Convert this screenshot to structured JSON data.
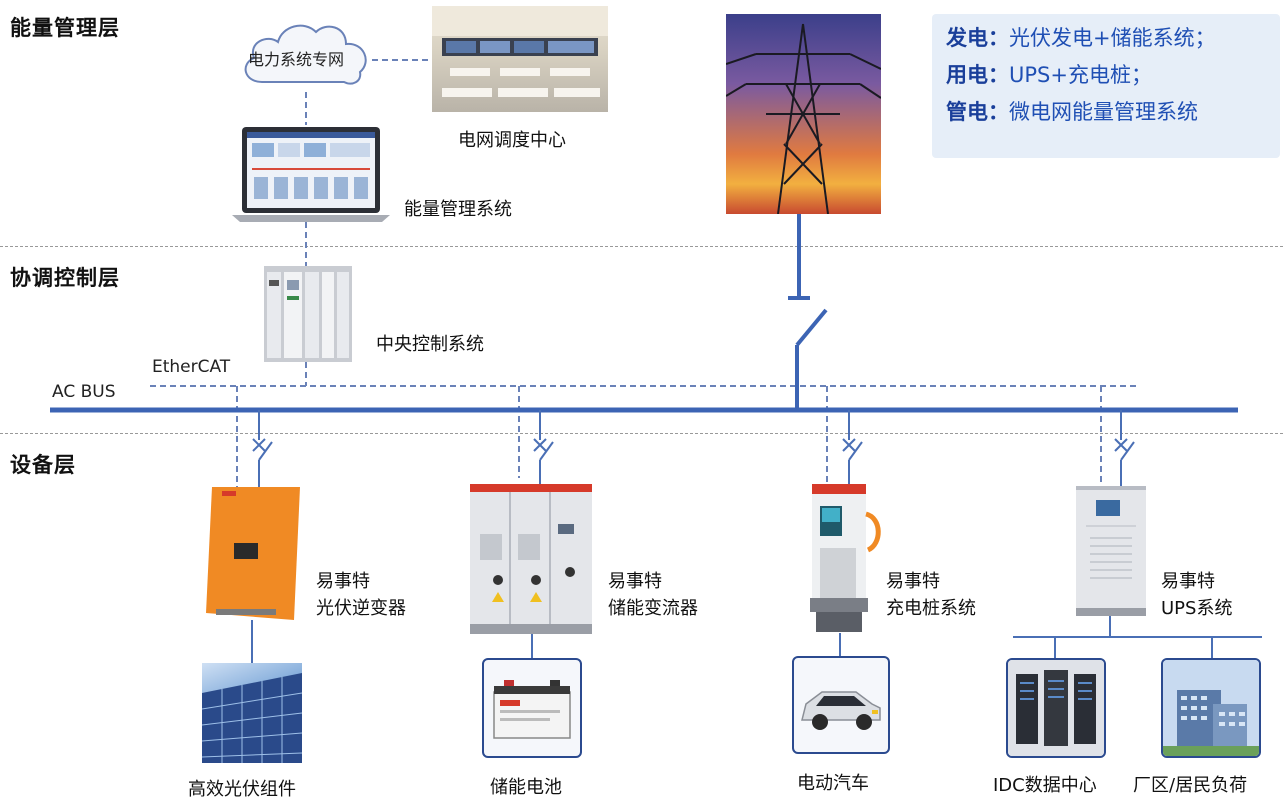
{
  "layers": {
    "energy_management": "能量管理层",
    "coordination_control": "协调控制层",
    "equipment": "设备层"
  },
  "nodes": {
    "power_network": "电力系统专网",
    "dispatch_center": "电网调度中心",
    "ems": "能量管理系统",
    "central_control": "中央控制系统",
    "ethercat": "EtherCAT",
    "ac_bus": "AC BUS",
    "pv_inverter": {
      "brand": "易事特",
      "name": "光伏逆变器"
    },
    "pcs": {
      "brand": "易事特",
      "name": "储能变流器"
    },
    "charger": {
      "brand": "易事特",
      "name": "充电桩系统"
    },
    "ups": {
      "brand": "易事特",
      "name": "UPS系统"
    },
    "pv_module": "高效光伏组件",
    "battery": "储能电池",
    "ev": "电动汽车",
    "idc": "IDC数据中心",
    "factory": "厂区/居民负荷"
  },
  "info": [
    {
      "key": "发电",
      "sep": "：",
      "value": "光伏发电+储能系统；"
    },
    {
      "key": "用电",
      "sep": "：",
      "value": "UPS+充电桩；"
    },
    {
      "key": "管电",
      "sep": "：",
      "value": "微电网能量管理系统"
    }
  ],
  "colors": {
    "bus": "#3c64b4",
    "line": "#4a6fb5",
    "dash": "#6a82b8",
    "inverter": "#f08a24",
    "accent_red": "#d63a2a"
  }
}
